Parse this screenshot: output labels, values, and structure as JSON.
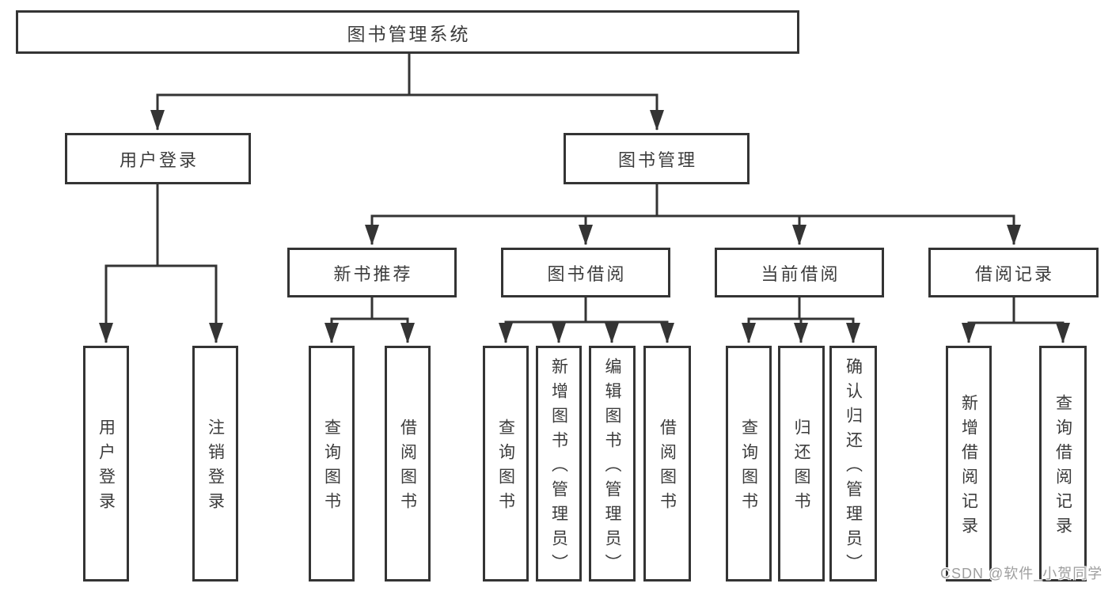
{
  "colors": {
    "line": "#343434",
    "text": "#3c3c3c",
    "watermark": "#9e9e9e"
  },
  "watermark": "CSDN @软件_小贺同学",
  "diagram": {
    "root": {
      "label": "图书管理系统"
    },
    "children": [
      {
        "label": "用户登录",
        "children": [
          {
            "label": "用户登录"
          },
          {
            "label": "注销登录"
          }
        ]
      },
      {
        "label": "图书管理",
        "children": [
          {
            "label": "新书推荐",
            "children": [
              {
                "label": "查询图书"
              },
              {
                "label": "借阅图书"
              }
            ]
          },
          {
            "label": "图书借阅",
            "children": [
              {
                "label": "查询图书"
              },
              {
                "label": "新增图书（管理员）"
              },
              {
                "label": "编辑图书（管理员）"
              },
              {
                "label": "借阅图书"
              }
            ]
          },
          {
            "label": "当前借阅",
            "children": [
              {
                "label": "查询图书"
              },
              {
                "label": "归还图书"
              },
              {
                "label": "确认归还（管理员）"
              }
            ]
          },
          {
            "label": "借阅记录",
            "children": [
              {
                "label": "新增借阅记录"
              },
              {
                "label": "查询借阅记录"
              }
            ]
          }
        ]
      }
    ]
  }
}
